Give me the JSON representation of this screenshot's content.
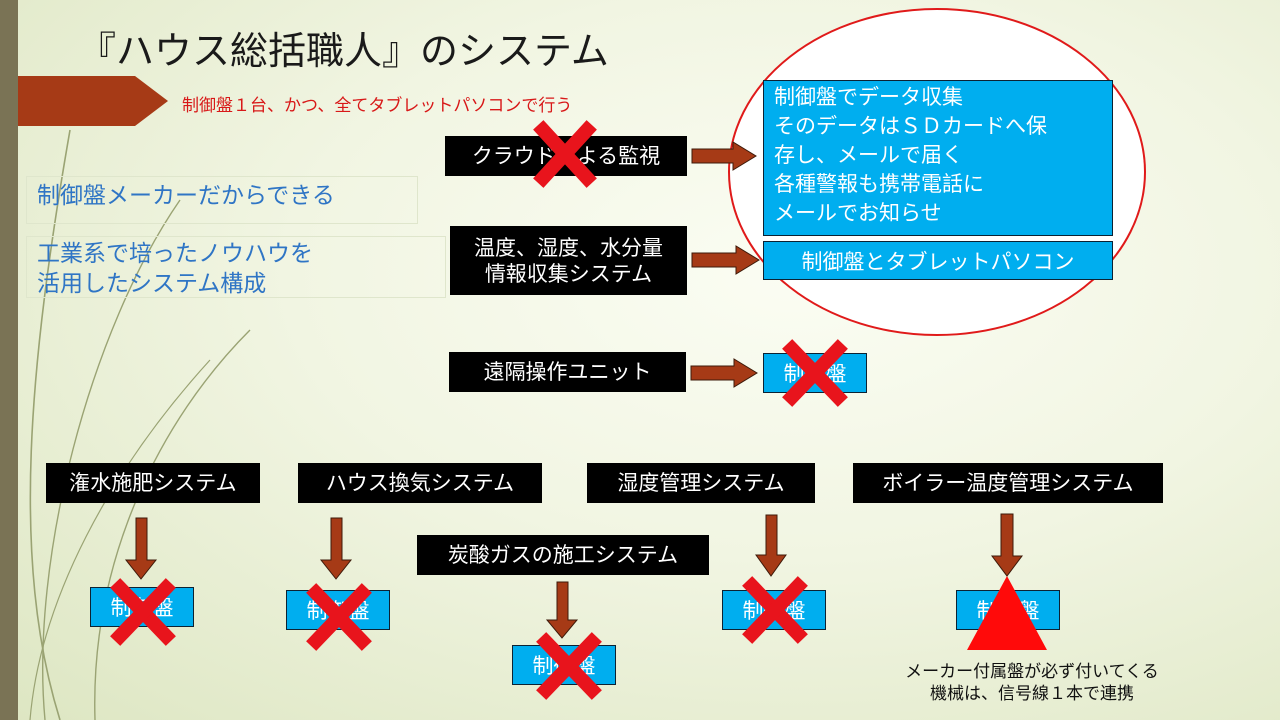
{
  "slide": {
    "title": "『ハウス総括職人』のシステム",
    "subtitle": "制御盤１台、かつ、全てタブレットパソコンで行う",
    "left_point_1": "制御盤メーカーだからできる",
    "left_point_2_line1": "工業系で培ったノウハウを",
    "left_point_2_line2": "活用したシステム構成"
  },
  "upper": {
    "cloud_box": "クラウドによる監視",
    "sensor_box_line1": "温度、湿度、水分量",
    "sensor_box_line2": "情報収集システム",
    "remote_box": "遠隔操作ユニット",
    "info_lines": [
      "制御盤でデータ収集",
      "そのデータはＳＤカードへ保",
      "存し、メールで届く",
      "各種警報も携帯電話に",
      "メールでお知らせ"
    ],
    "tablet_box": "制御盤とタブレットパソコン",
    "remote_panel": "制御盤"
  },
  "lower": {
    "systems": [
      "潅水施肥システム",
      "ハウス換気システム",
      "湿度管理システム",
      "ボイラー温度管理システム"
    ],
    "co2_system": "炭酸ガスの施工システム",
    "panel_label": "制御盤",
    "boiler_note_line1": "メーカー付属盤が必ず付いてくる",
    "boiler_note_line2": "機械は、信号線１本で連携"
  },
  "colors": {
    "accent_red": "#d81818",
    "arrow_brown": "#a63a16",
    "box_cyan": "#00aeef",
    "circle_red": "#e01a1a"
  },
  "icons": {
    "cross": "red-x-mark-icon",
    "triangle": "red-triangle-icon"
  }
}
